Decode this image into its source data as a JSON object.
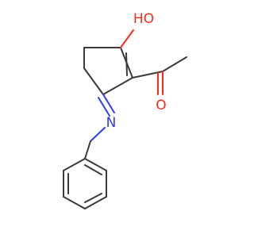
{
  "molecule": {
    "atoms": {
      "hydroxyl": "HO",
      "carbonyl_oxygen": "O",
      "imine_nitrogen": "N"
    },
    "colors": {
      "bond": "#3a3a3a",
      "oxygen": "#ff2a1a",
      "nitrogen": "#2b3cff",
      "background": "#ffffff"
    }
  }
}
